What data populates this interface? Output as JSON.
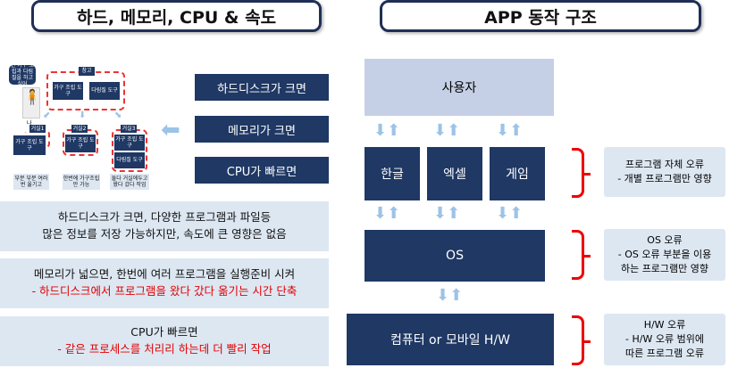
{
  "left": {
    "title": "하드, 메모리, CPU & 속도",
    "diagram": {
      "speech": "난 가구 조립과 다림질을 하고 싶어",
      "me": "나",
      "storage": "창고",
      "storage_items": [
        "가구 조립 도구",
        "다림질 도구"
      ],
      "rooms": [
        {
          "label": "거실1",
          "items": [
            "가구 조립 도구"
          ],
          "note": "부분 부분 여러 번 옮기고"
        },
        {
          "label": "거실2",
          "items": [
            "가구 조립 도구"
          ],
          "note": "한번에 가구조립만 가능"
        },
        {
          "label": "거실3",
          "items": [
            "가구 조립 도구",
            "다림질 도구"
          ],
          "note": "둘다 거실에두고 왔다 갔다 작업"
        }
      ]
    },
    "buttons": [
      "하드디스크가 크면",
      "메모리가 크면",
      "CPU가 빠르면"
    ],
    "notes": [
      {
        "lines": [
          "하드디스크가 크면, 다양한 프로그램과 파일등",
          "많은 정보를 저장 가능하지만, 속도에 큰 영향은 없음"
        ],
        "red": ""
      },
      {
        "lines": [
          "메모리가 넓으면, 한번에 여러 프로그램을 실행준비 시켜"
        ],
        "red": "- 하드디스크에서 프로그램을 왔다 갔다 옮기는 시간 단축"
      },
      {
        "lines": [
          "CPU가 빠르면"
        ],
        "red": "- 같은 프로세스를 처리리 하는데 더 빨리 작업"
      }
    ]
  },
  "right": {
    "title": "APP 동작 구조",
    "user": "사용자",
    "apps": [
      "한글",
      "엑셀",
      "게임"
    ],
    "os": "OS",
    "hw": "컴퓨터 or 모바일 H/W",
    "info": [
      [
        "프로그램 자체 오류",
        "- 개별 프로그램만 영향"
      ],
      [
        "OS 오류",
        "- OS 오류 부분을 이용",
        "하는 프로그램만 영향"
      ],
      [
        "H/W 오류",
        "- H/W 오류 범위에",
        "따른 프로그램 오류"
      ]
    ]
  }
}
